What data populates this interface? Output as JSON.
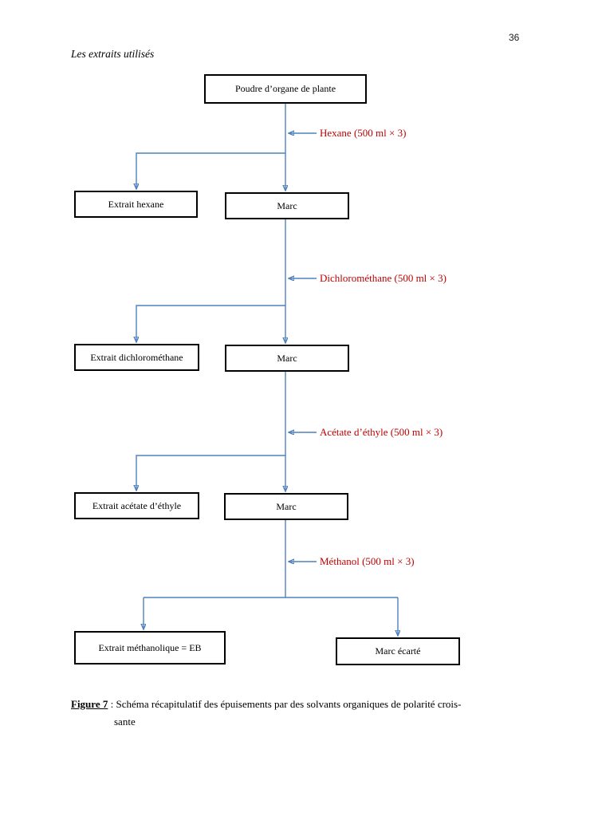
{
  "page": {
    "number": "36",
    "header": "Les extraits utilisés"
  },
  "diagram": {
    "boxes": [
      {
        "id": "poudre",
        "label": "Poudre d’organe de plante"
      },
      {
        "id": "extrait-hexane",
        "label": "Extrait hexane"
      },
      {
        "id": "marc-1",
        "label": "Marc"
      },
      {
        "id": "extrait-dichloromethane",
        "label": "Extrait dichlorométhane"
      },
      {
        "id": "marc-2",
        "label": "Marc"
      },
      {
        "id": "extrait-acetate-ethyle",
        "label": "Extrait acétate d’éthyle"
      },
      {
        "id": "marc-3",
        "label": "Marc"
      },
      {
        "id": "extrait-methanolique",
        "label": "Extrait méthanolique = EB"
      },
      {
        "id": "marc-ecarte",
        "label": "Marc écarté"
      }
    ],
    "solvent_steps": [
      {
        "label": "Hexane (500 ml × 3)"
      },
      {
        "label": "Dichlorométhane (500 ml × 3)"
      },
      {
        "label": "Acétate d’éthyle (500 ml × 3)"
      },
      {
        "label": "Méthanol (500 ml × 3)"
      }
    ],
    "colors": {
      "line": "#4F81BD",
      "solvent_label": "#C00000",
      "box_border": "#000000"
    }
  },
  "caption": {
    "label": "Figure 7",
    "separator": " : ",
    "line1": "Schéma récapitulatif des épuisements par des solvants organiques de polarité crois-",
    "line2": "sante"
  }
}
